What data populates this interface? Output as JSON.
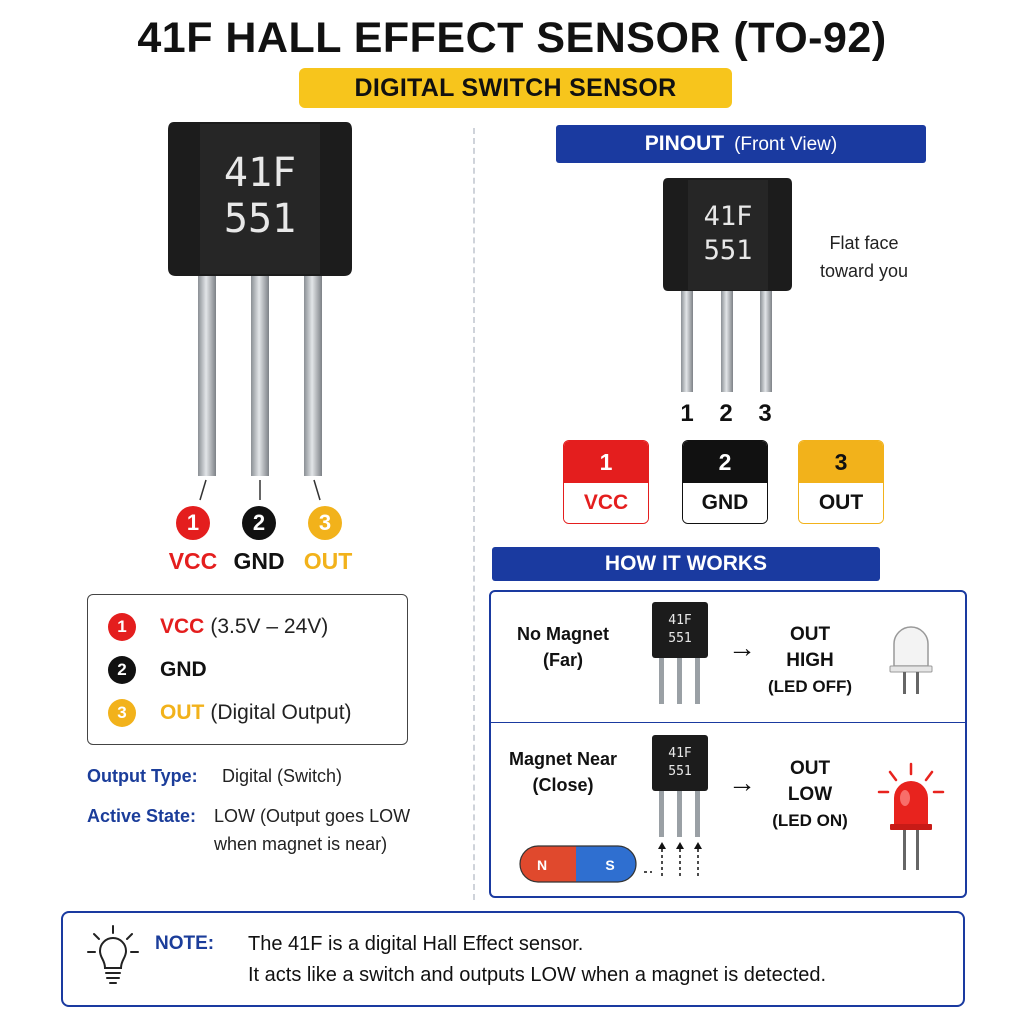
{
  "title": "41F HALL EFFECT SENSOR (TO-92)",
  "subtitle": "DIGITAL SWITCH SENSOR",
  "chip_marking": {
    "line1": "41F",
    "line2": "551"
  },
  "pins": [
    {
      "num": "1",
      "name": "VCC",
      "detail": "(3.5V – 24V)",
      "color": "#e41e1e"
    },
    {
      "num": "2",
      "name": "GND",
      "detail": "",
      "color": "#111111"
    },
    {
      "num": "3",
      "name": "OUT",
      "detail": "(Digital Output)",
      "color": "#f2b21b"
    }
  ],
  "output_type": {
    "label": "Output Type:",
    "value": "Digital (Switch)"
  },
  "active_state": {
    "label": "Active State:",
    "value_line1": "LOW (Output goes LOW",
    "value_line2": "when magnet is near)"
  },
  "pinout": {
    "header": "PINOUT",
    "header_sub": "(Front View)",
    "flat_note_line1": "Flat face",
    "flat_note_line2": "toward you"
  },
  "how_it_works": {
    "header": "HOW IT WORKS",
    "states": [
      {
        "condition_line1": "No Magnet",
        "condition_line2": "(Far)",
        "out_line1": "OUT",
        "out_line2": "HIGH",
        "led_state": "(LED OFF)",
        "arrow": "→"
      },
      {
        "condition_line1": "Magnet Near",
        "condition_line2": "(Close)",
        "out_line1": "OUT",
        "out_line2": "LOW",
        "led_state": "(LED ON)",
        "arrow": "→"
      }
    ],
    "magnet": {
      "north": "N",
      "south": "S"
    }
  },
  "note": {
    "label": "NOTE:",
    "line1": "The 41F is a digital Hall Effect sensor.",
    "line2": "It acts like a switch and outputs LOW when a magnet is detected."
  },
  "colors": {
    "accent_blue": "#1a3aa0",
    "highlight_yellow": "#f7c51c",
    "led_red": "#e8231e"
  }
}
